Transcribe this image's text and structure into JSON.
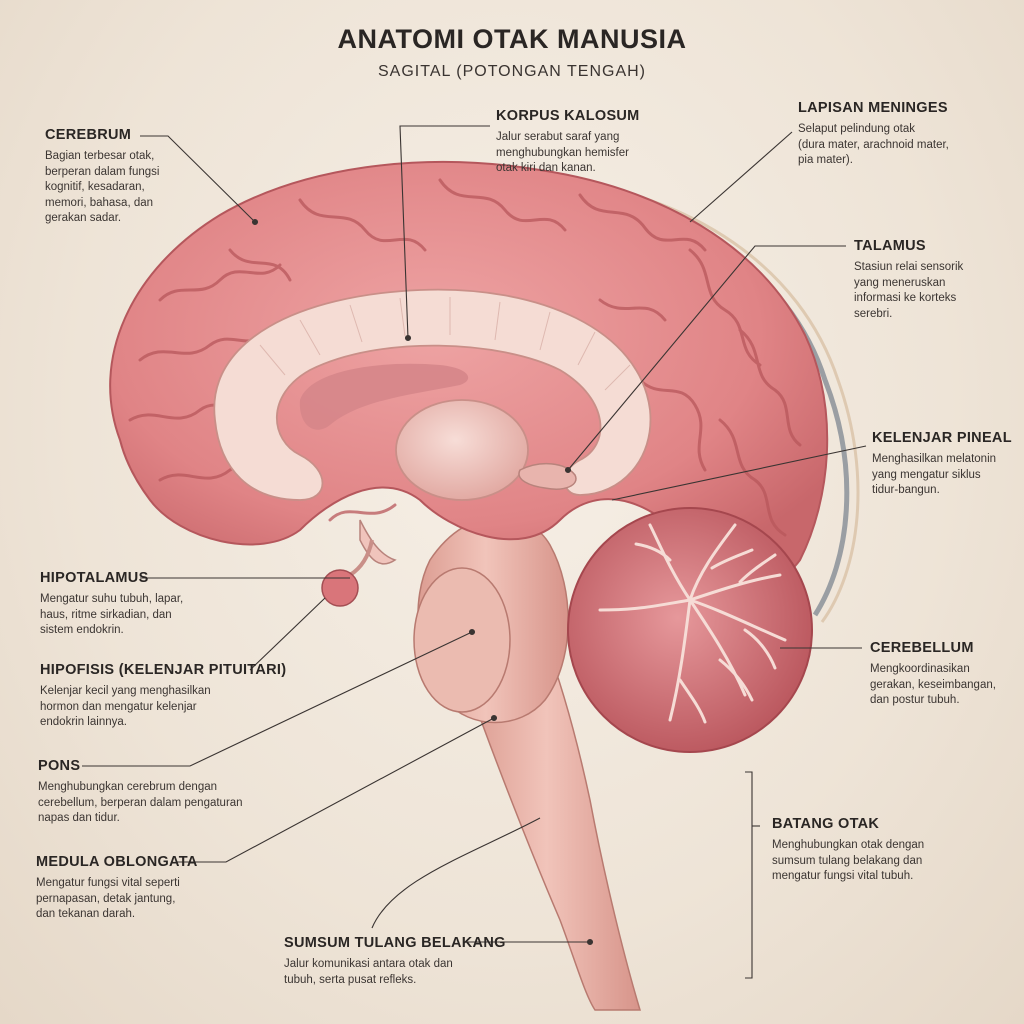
{
  "title": "ANATOMI OTAK MANUSIA",
  "subtitle": "SAGITAL (POTONGAN TENGAH)",
  "colors": {
    "background": "#efe6da",
    "brain_tissue": "#e38a8c",
    "gyri_line": "#b8575b",
    "white_matter": "#f5dcd4",
    "brainstem": "#eab2a6",
    "cerebellum": "#c9646b",
    "meninges": "#7d8590",
    "leader_line": "#3a3432"
  },
  "labels": {
    "cerebrum": {
      "name": "CEREBRUM",
      "desc": [
        "Bagian terbesar otak,",
        "berperan dalam fungsi",
        "kognitif, kesadaran,",
        "memori, bahasa, dan",
        "gerakan sadar."
      ]
    },
    "korpus_kalosum": {
      "name": "KORPUS KALOSUM",
      "desc": [
        "Jalur serabut saraf yang",
        "menghubungkan hemisfer",
        "otak kiri dan kanan."
      ]
    },
    "lapisan_meninges": {
      "name": "LAPISAN MENINGES",
      "desc": [
        "Selaput pelindung otak",
        "(dura mater, arachnoid mater,",
        "pia mater)."
      ]
    },
    "talamus": {
      "name": "TALAMUS",
      "desc": [
        "Stasiun relai sensorik",
        "yang meneruskan",
        "informasi ke korteks",
        "serebri."
      ]
    },
    "kelenjar_pineal": {
      "name": "KELENJAR PINEAL",
      "desc": [
        "Menghasilkan melatonin",
        "yang mengatur siklus",
        "tidur-bangun."
      ]
    },
    "hipotalamus": {
      "name": "HIPOTALAMUS",
      "desc": [
        "Mengatur suhu tubuh, lapar,",
        "haus, ritme sirkadian, dan",
        "sistem endokrin."
      ]
    },
    "hipofisis": {
      "name": "HIPOFISIS (KELENJAR PITUITARI)",
      "desc": [
        "Kelenjar kecil yang menghasilkan",
        "hormon dan mengatur kelenjar",
        "endokrin lainnya."
      ]
    },
    "cerebellum": {
      "name": "CEREBELLUM",
      "desc": [
        "Mengkoordinasikan",
        "gerakan, keseimbangan,",
        "dan postur tubuh."
      ]
    },
    "pons": {
      "name": "PONS",
      "desc": [
        "Menghubungkan cerebrum dengan",
        "cerebellum, berperan dalam pengaturan",
        "napas dan tidur."
      ]
    },
    "batang_otak": {
      "name": "BATANG OTAK",
      "desc": [
        "Menghubungkan otak dengan",
        "sumsum tulang belakang dan",
        "mengatur fungsi vital tubuh."
      ]
    },
    "medula_oblongata": {
      "name": "MEDULA OBLONGATA",
      "desc": [
        "Mengatur fungsi vital seperti",
        "pernapasan, detak jantung,",
        "dan tekanan darah."
      ]
    },
    "sumsum_tulang_belakang": {
      "name": "SUMSUM TULANG BELAKANG",
      "desc": [
        "Jalur komunikasi antara otak dan",
        "tubuh, serta pusat refleks."
      ]
    }
  }
}
